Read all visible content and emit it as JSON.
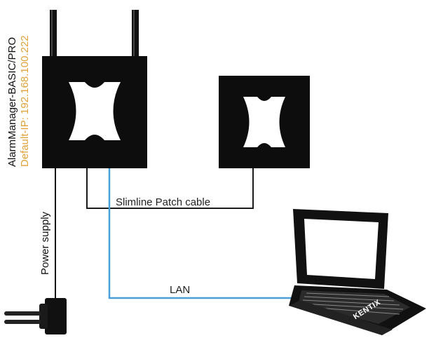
{
  "device": {
    "name": "AlarmManager-BASIC/PRO",
    "ip": "Default-IP: 192.168.100.222"
  },
  "cables": {
    "patch": "Slimline Patch cable",
    "lan": "LAN",
    "power": "Power supply"
  },
  "laptop": {
    "brand": "KENTIX"
  },
  "colors": {
    "device": "#0d0d0d",
    "ip_text": "#e0a23a",
    "lan_cable": "#4a9fd8",
    "patch_cable": "#1a1a1a"
  }
}
